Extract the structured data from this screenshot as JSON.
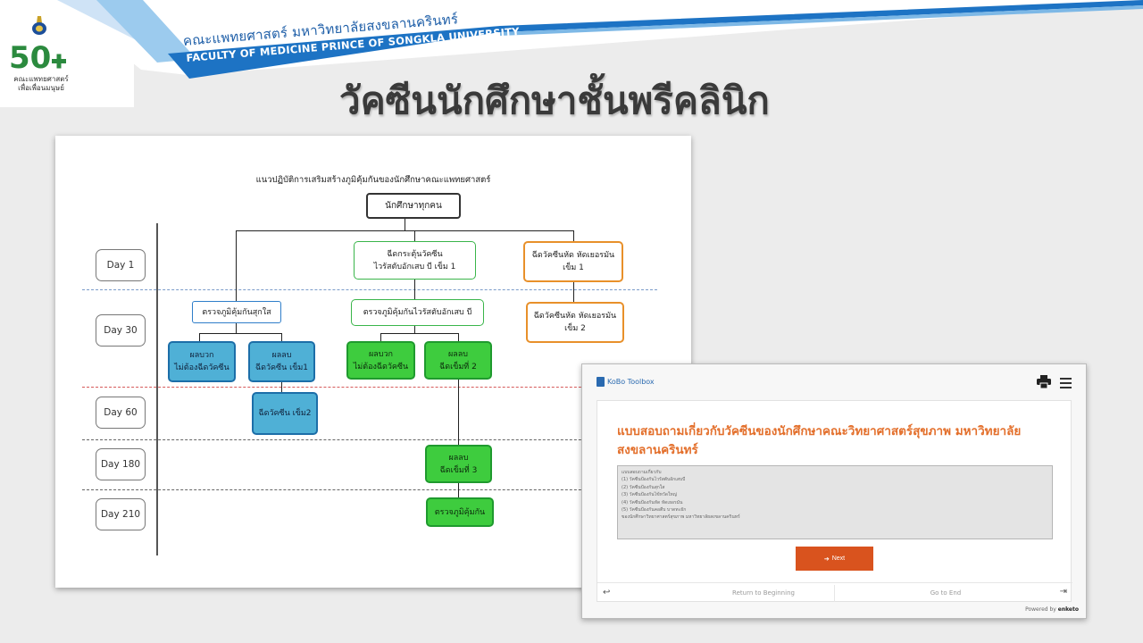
{
  "header": {
    "faculty_th": "คณะแพทยศาสตร์ มหาวิทยาลัยสงขลานครินทร์",
    "faculty_en": "FACULTY OF MEDICINE PRINCE OF SONGKLA UNIVERSITY",
    "logo_number": "50",
    "logo_caption_line1": "คณะแพทยศาสตร์",
    "logo_caption_line2": "เพื่อเพื่อนมนุษย์"
  },
  "page_title": "วัคซีนนักศึกษาชั้นพรีคลินิก",
  "flowchart": {
    "title": "แนวปฏิบัติการเสริมสร้างภูมิคุ้มกันของนักศึกษาคณะแพทยศาสตร์",
    "days": [
      "Day 1",
      "Day 30",
      "Day 60",
      "Day 180",
      "Day 210"
    ],
    "nodes": {
      "root": "นักศึกษาทุกคน",
      "hepb_dose1_l1": "ฉีดกระตุ้นวัคซีน",
      "hepb_dose1_l2": "ไวรัสตับอักเสบ บี เข็ม 1",
      "mmr_dose1_l1": "ฉีดวัคซีนหัด หัดเยอรมัน",
      "mmr_dose1_l2": "เข็ม 1",
      "varicella_test": "ตรวจภูมิคุ้มกันสุกใส",
      "hepb_test": "ตรวจภูมิคุ้มกันไวรัสตับอักเสบ บี",
      "mmr_dose2_l1": "ฉีดวัคซีนหัด หัดเยอรมัน",
      "mmr_dose2_l2": "เข็ม 2",
      "var_pos_l1": "ผลบวก",
      "var_pos_l2": "ไม่ต้องฉีดวัคซีน",
      "var_neg_l1": "ผลลบ",
      "var_neg_l2": "ฉีดวัคซีน เข็ม1",
      "hepb_pos_l1": "ผลบวก",
      "hepb_pos_l2": "ไม่ต้องฉีดวัคซีน",
      "hepb_neg_l1": "ผลลบ",
      "hepb_neg_l2": "ฉีดเข็มที่ 2",
      "var_dose2": "ฉีดวัคซีน เข็ม2",
      "hepb_dose3_l1": "ผลลบ",
      "hepb_dose3_l2": "ฉีดเข็มที่ 3",
      "hepb_final_test": "ตรวจภูมิคุ้มกัน"
    }
  },
  "kobo": {
    "brand": "KoBo Toolbox",
    "survey_title": "แบบสอบถามเกี่ยวกับวัคซีนของนักศึกษาคณะวิทยาศาสตร์สุขภาพ มหาวิทยาลัยสงขลานครินทร์",
    "box_lines": [
      "แบบสอบถามเกี่ยวกับ",
      "(1) วัคซีนป้องกันไวรัสตับอักเสบบี",
      "(2) วัคซีนป้องกันสุกใส",
      "(3) วัคซีนป้องกันไข้หวัดใหญ่",
      "(4) วัคซีนป้องกันหัด หัดเยอรมัน",
      "(5) วัคซีนป้องกันคอตีบ บาดทะยัก",
      "ของนักศึกษาวิทยาศาสตร์สุขภาพ มหาวิทยาลัยสงขลานครินทร์"
    ],
    "next_label": "Next",
    "return_label": "Return to Beginning",
    "end_label": "Go to End",
    "powered_label": "Powered by",
    "powered_brand": "enketo"
  },
  "colors": {
    "banner_blue": "#1d73c4",
    "banner_light": "#9ccbee",
    "title_orange": "#e36f2b",
    "next_button": "#d9531e",
    "node_blue": "#4fb0d6",
    "node_green": "#3ecc3e",
    "node_orange_border": "#e8902a"
  },
  "icons": [
    "logo-50-emblem",
    "print-icon",
    "menu-icon",
    "back-arrow-icon",
    "end-arrow-icon",
    "arrow-right-icon"
  ]
}
